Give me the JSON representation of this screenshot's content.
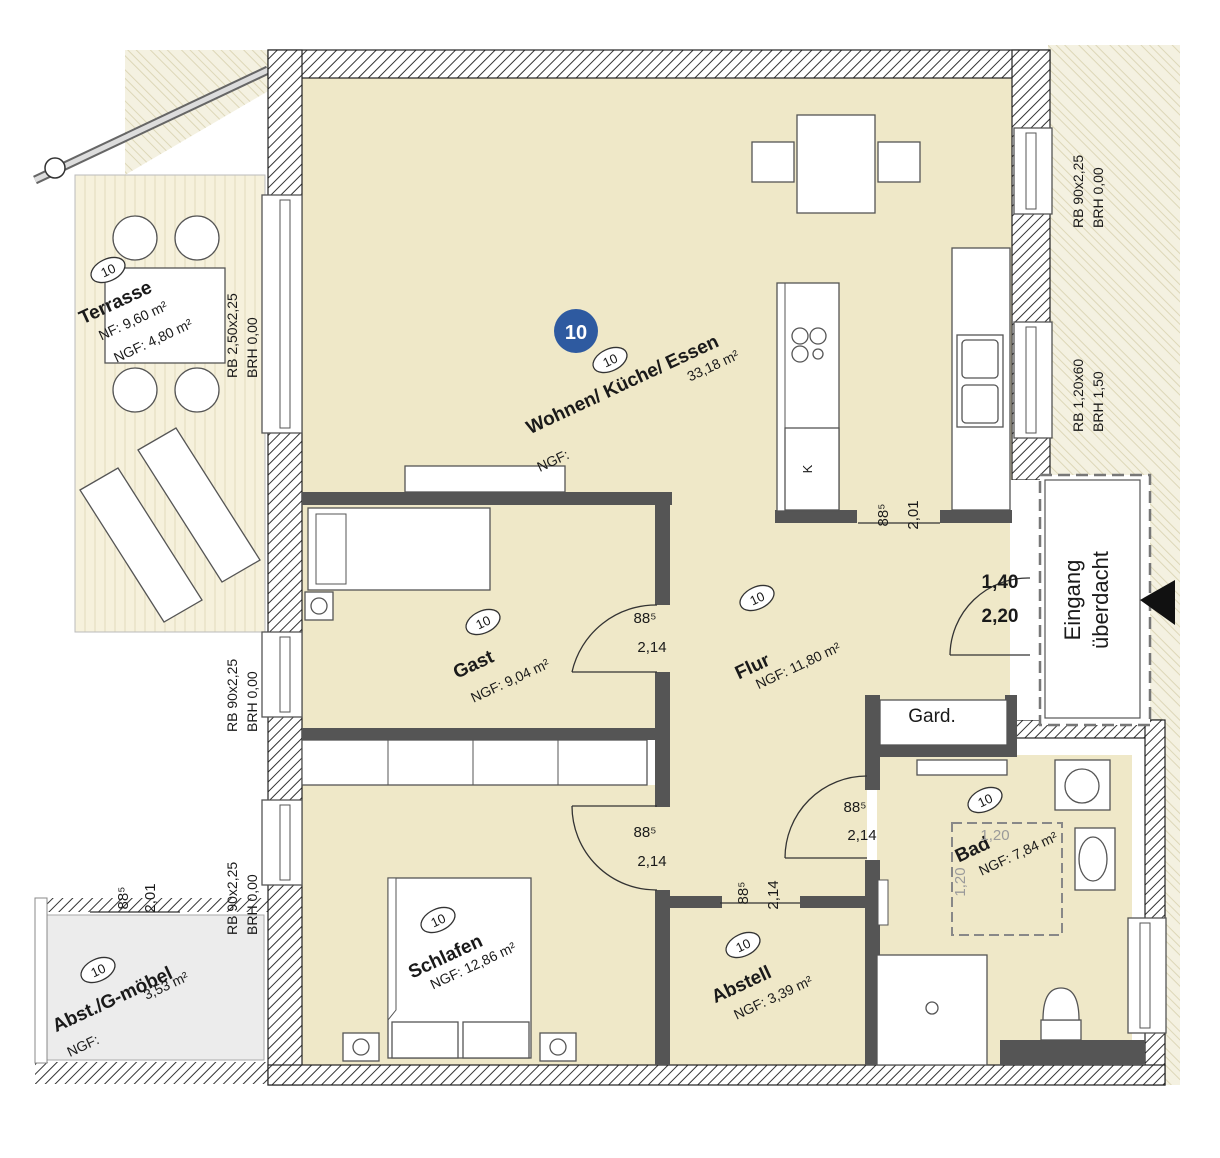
{
  "colors": {
    "room_fill": "#efe8c8",
    "terrace_fill": "#f4efd9",
    "storage_fill": "#ececec",
    "badge": "#2e5aa0",
    "paving": "#f3f0e0"
  },
  "badge": {
    "label": "10"
  },
  "rooms": {
    "wohnen": {
      "tag": "10",
      "name": "Wohnen/ Küche/ Essen",
      "area": "33,18 m²",
      "ngf": "NGF:"
    },
    "terrasse": {
      "tag": "10",
      "name": "Terrasse",
      "nf": "NF:   9,60 m²",
      "ngf": "NGF: 4,80 m²"
    },
    "gast": {
      "tag": "10",
      "name": "Gast",
      "ngf": "NGF: 9,04 m²"
    },
    "flur": {
      "tag": "10",
      "name": "Flur",
      "ngf": "NGF: 11,80 m²"
    },
    "schlafen": {
      "tag": "10",
      "name": "Schlafen",
      "ngf": "NGF: 12,86 m²"
    },
    "abstell": {
      "tag": "10",
      "name": "Abstell",
      "ngf": "NGF: 3,39 m²"
    },
    "bad": {
      "tag": "10",
      "name": "Bad",
      "ngf": "NGF: 7,84 m²"
    },
    "abst_moebel": {
      "tag": "10",
      "name": "Abst./G-möbel",
      "area": "3,53 m²",
      "ngf": "NGF:"
    }
  },
  "labels": {
    "kitchen_k": "K",
    "garderobe": "Gard.",
    "eingang_1": "Eingang",
    "eingang_2": "überdacht",
    "bad_dim_a": "1,20",
    "bad_dim_b": "1,20"
  },
  "doors": {
    "gast": {
      "w": "88⁵",
      "h": "2,14"
    },
    "schlafen": {
      "w": "88⁵",
      "h": "2,14"
    },
    "bad": {
      "w": "88⁵",
      "h": "2,14"
    },
    "abstell": {
      "w": "88⁵",
      "h": "2,14"
    },
    "kitchen": {
      "w": "88⁵",
      "h": "2,01"
    },
    "abst_moebel": {
      "w": "88⁵",
      "h": "2,01"
    },
    "entrance": {
      "w": "1,40",
      "h": "2,20"
    }
  },
  "windows": {
    "right_top": {
      "rb": "RB   90x2,25",
      "brh": "BRH 0,00"
    },
    "right_kitchen": {
      "rb": "RB   1,20x60",
      "brh": "BRH 1,50"
    },
    "left_terrasse": {
      "rb": "RB   2,50x2,25",
      "brh": "BRH 0,00"
    },
    "left_gast": {
      "rb": "RB   90x2,25",
      "brh": "BRH 0,00"
    },
    "left_schlafen": {
      "rb": "RB   90x2,25",
      "brh": "BRH 0,00"
    }
  }
}
